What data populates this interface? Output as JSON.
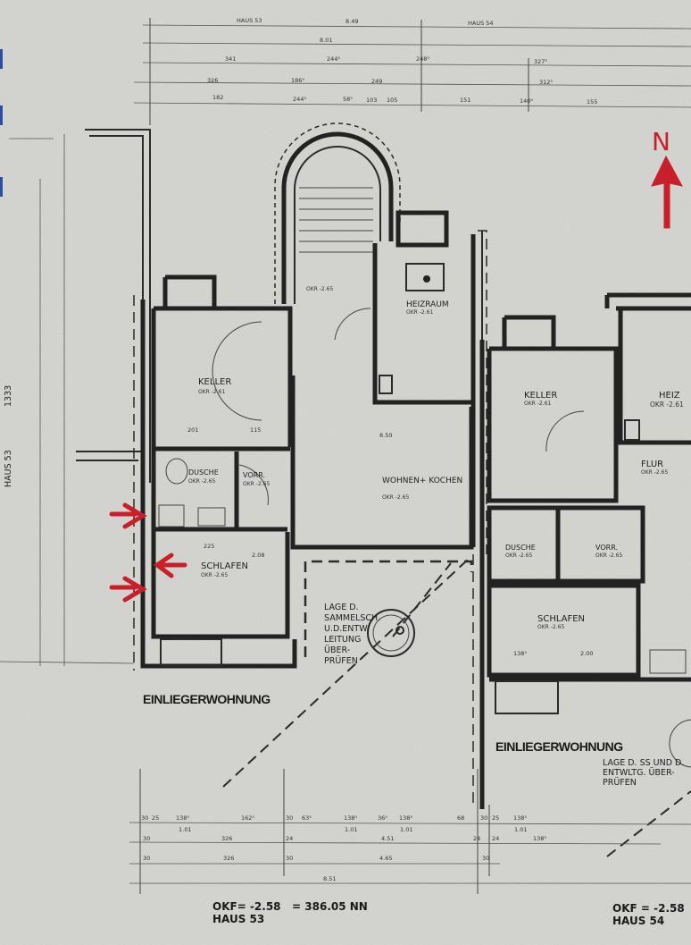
{
  "title_dimensions": {
    "haus_53": "HAUS 53",
    "haus_54": "HAUS 54",
    "total_top": "8.49",
    "second": "8.01",
    "top_row": [
      "341",
      "244⁵",
      "248⁵",
      "327⁵"
    ],
    "mid_row": [
      "326",
      "186⁵",
      "249",
      "312⁵"
    ],
    "low_row": [
      "182",
      "244⁵",
      "58⁵",
      "103",
      "105",
      "151",
      "140⁵",
      "155"
    ]
  },
  "side_label": {
    "house": "HAUS 53",
    "number": "1333"
  },
  "north": {
    "letter": "N"
  },
  "haus53": {
    "rooms": [
      {
        "name": "KELLER",
        "okr": "OKR -2.61"
      },
      {
        "name": "DUSCHE",
        "okr": "OKR -2.65"
      },
      {
        "name": "VORR.",
        "okr": "OKR -2.65"
      },
      {
        "name": "SCHLAFEN",
        "okr": "OKR -2.65"
      },
      {
        "name": "WOHNEN+ KOCHEN",
        "okr": "OKR -2.65"
      },
      {
        "name": "HEIZRAUM",
        "okr": "OKR -2.61"
      },
      {
        "name": "",
        "okr": "OKR -2.65"
      }
    ],
    "unit_label": "EINLIEGERWOHNUNG",
    "note_lines": [
      "LAGE D.",
      "SAMMELSCH.",
      "U.D.ENTW.",
      "LEITUNG",
      "ÜBER-",
      "PRÜFEN"
    ],
    "inner_dims": [
      "201",
      "115",
      "225",
      "8.50",
      "2.08"
    ]
  },
  "haus54": {
    "rooms": [
      {
        "name": "KELLER",
        "okr": "OKR -2.61"
      },
      {
        "name": "HEIZ",
        "okr": "OKR -2.61"
      },
      {
        "name": "FLUR",
        "okr": "OKR -2.65"
      },
      {
        "name": "DUSCHE",
        "okr": "OKR -2.65"
      },
      {
        "name": "VORR.",
        "okr": "OKR -2.65"
      },
      {
        "name": "SCHLAFEN",
        "okr": "OKR -2.65"
      }
    ],
    "unit_label": "EINLIEGERWOHNUNG",
    "note_lines": [
      "LAGE D. SS UND D.",
      "ENTWLTG. ÜBER-",
      "PRÜFEN"
    ],
    "inner_dims": [
      "138⁵",
      "2.00"
    ]
  },
  "bottom_dimensions": {
    "row1": [
      "30",
      "25",
      "138⁵",
      "162⁵",
      "30",
      "63⁵",
      "138⁵",
      "36⁵",
      "138⁵",
      "68",
      "30",
      "25",
      "138⁵"
    ],
    "row1b": [
      "1.01",
      "1.01",
      "1.01",
      "1.01"
    ],
    "row2": [
      "30",
      "326",
      "24",
      "4.51",
      "24",
      "24",
      "138⁵"
    ],
    "row3": [
      "30",
      "326",
      "30",
      "4.65",
      "30"
    ],
    "row4": [
      "8.51"
    ]
  },
  "footer": {
    "left_line1": "OKF= -2.58   = 386.05 NN",
    "left_line2": "HAUS 53",
    "right_line1": "OKF = -2.58",
    "right_line2": "HAUS 54"
  },
  "colors": {
    "paper": "#d8d8d4",
    "ink": "#222222",
    "annotation_red": "#c8202a"
  }
}
